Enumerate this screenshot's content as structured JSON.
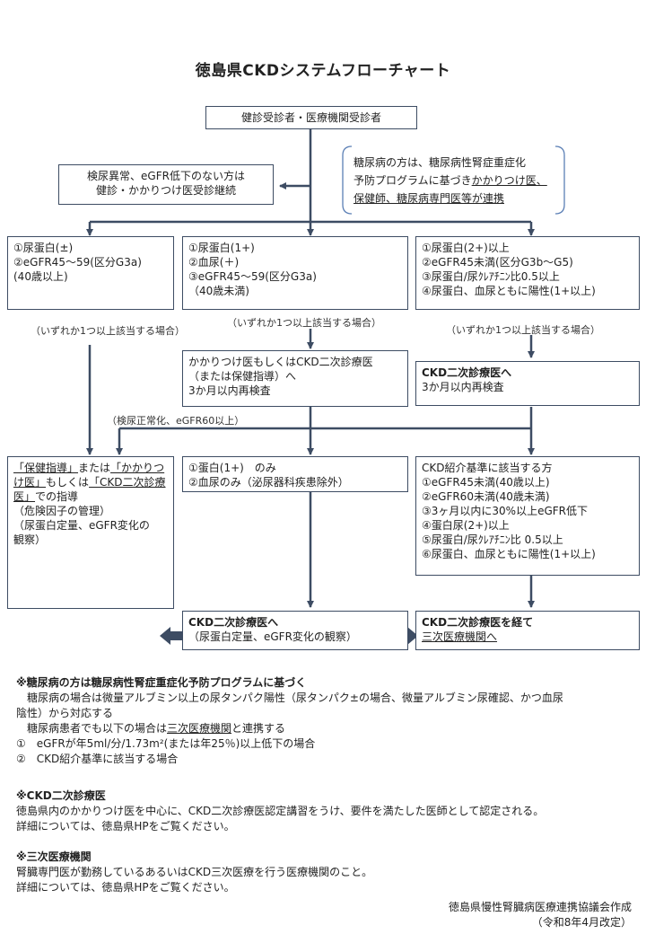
{
  "title": "徳島県CKDシステムフローチャート",
  "colors": {
    "line": "#3d4c63",
    "text": "#222222"
  },
  "nodes": {
    "top": "健診受診者・医療機関受診者",
    "continue": [
      "検尿異常、eGFR低下のない方は",
      "健診・かかりつけ医受診継続"
    ],
    "diabetes": {
      "l1": "糖尿病の方は、糖尿病性腎症重症化",
      "l2a": "予防プログラムに基づき",
      "l2b": "かかりつけ医、",
      "l3a": "保健師、糖尿病専門医等が連携"
    },
    "c1": [
      "①尿蛋白(±)",
      "②eGFR45～59(区分G3a)",
      "(40歳以上)"
    ],
    "c2": [
      "①尿蛋白(1+)",
      "②血尿(＋)",
      "③eGFR45～59(区分G3a)",
      "（40歳未満)"
    ],
    "c3": [
      "①尿蛋白(2+)以上",
      "②eGFR45未満(区分G3b～G5)",
      "③尿蛋白/尿ｸﾚｱﾁﾆﾝ比0.5以上",
      "④尿蛋白、血尿ともに陽性(1+以上)"
    ],
    "cond1": "（いずれか1つ以上該当する場合）",
    "cond2": "（いずれか1つ以上該当する場合）",
    "cond3": "（いずれか1つ以上該当する場合）",
    "recheck2": [
      "かかりつけ医もしくはCKD二次診療医",
      "（または保健指導）へ",
      "3か月以内再検査"
    ],
    "recheck3": [
      "CKD二次診療医へ",
      "3か月以内再検査"
    ],
    "normal": "（検尿正常化、eGFR60以上）",
    "guidance": {
      "l1a": "「保健指導」",
      "l1b": "または",
      "l1c": "「かかりつ",
      "l2a": "け医」",
      "l2b": "もしくは",
      "l2c": "「CKD二次診療",
      "l3a": "医」",
      "l3b": "での指導",
      "l4": "（危険因子の管理）",
      "l5": "（尿蛋白定量、eGFR変化の",
      "l6": "観察）"
    },
    "mid": [
      "①蛋白(1+)　のみ",
      "②血尿のみ（泌尿器科疾患除外）"
    ],
    "referral": [
      "CKD紹介基準に該当する方",
      "①eGFR45未満(40歳以上)",
      "②eGFR60未満(40歳未満)",
      "③3ヶ月以内に30%以上eGFR低下",
      "④蛋白尿(2+)以上",
      "⑤尿蛋白/尿ｸﾚｱﾁﾆﾝ比 0.5以上",
      "⑥尿蛋白、血尿ともに陽性(1+以上)"
    ],
    "secondary": {
      "l1": "CKD二次診療医へ",
      "l2": "（尿蛋白定量、eGFR変化の観察）"
    },
    "tertiary": {
      "l1": "CKD二次診療医を経て",
      "l2": "三次医療機関へ"
    }
  },
  "notes": {
    "n1_head": "※糖尿病の方は糖尿病性腎症重症化予防プログラムに基づく",
    "n1_l1": "　糖尿病の場合は微量アルブミン以上の尿タンパク陽性（尿タンパク±の場合、微量アルブミン尿確認、かつ血尿",
    "n1_l2": "陰性）から対応する",
    "n1_l3a": "　糖尿病患者でも以下の場合は",
    "n1_l3b": "三次医療機関",
    "n1_l3c": "と連携する",
    "n1_l4": "①　eGFRが年5ml/分/1.73m²(または年25％)以上低下の場合",
    "n1_l5": "②　CKD紹介基準に該当する場合",
    "n2_head": "※CKD二次診療医",
    "n2_l1": "徳島県内のかかりつけ医を中心に、CKD二次診療医認定講習をうけ、要件を満たした医師として認定される。",
    "n2_l2": "詳細については、徳島県HPをご覧ください。",
    "n3_head": "※三次医療機関",
    "n3_l1": "腎臓専門医が勤務しているあるいはCKD三次医療を行う医療機関のこと。",
    "n3_l2": "詳細については、徳島県HPをご覧ください。"
  },
  "footer": {
    "org": "徳島県慢性腎臓病医療連携協議会作成",
    "date": "（令和8年4月改定）"
  }
}
